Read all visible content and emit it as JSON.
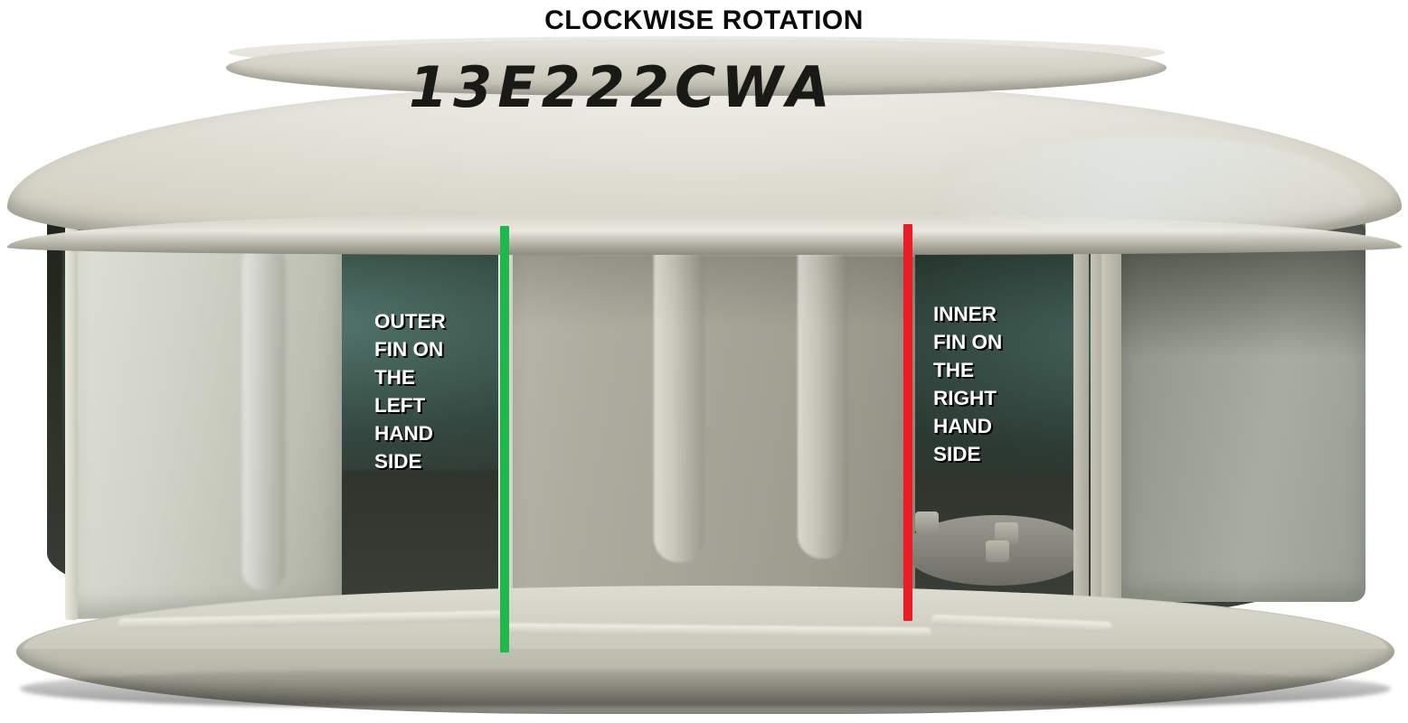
{
  "title": "CLOCKWISE ROTATION",
  "subject": {
    "type": "centrifugal-fan-impeller",
    "marker_writing": "13E222CWA"
  },
  "annotations": {
    "left": {
      "label": "OUTER\nFIN ON\nTHE\nLEFT\nHAND\nSIDE",
      "marker_name": "green-marker-line",
      "marker_color": "#1fb84c"
    },
    "right": {
      "label": "INNER\nFIN ON\nTHE\nRIGHT\nHAND\nSIDE",
      "marker_name": "red-marker-line",
      "marker_color": "#ed1c24"
    }
  },
  "colors": {
    "title_text": "#0b0b0b",
    "callout_text": "#ffffff",
    "callout_shadow": "#000000",
    "background": "#ffffff",
    "metal_light": "#d7d7cd",
    "metal_mid": "#a6a497",
    "metal_dark": "#23281f",
    "interior_teal": "#5c867c"
  }
}
